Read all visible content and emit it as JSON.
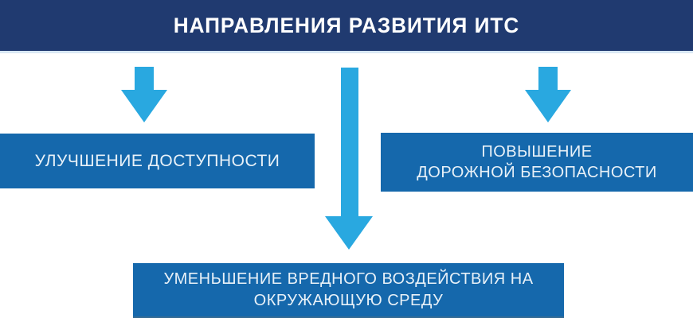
{
  "header": {
    "title": "НАПРАВЛЕНИЯ РАЗВИТИЯ ИТС"
  },
  "boxes": {
    "left": {
      "line1": "УЛУЧШЕНИЕ ДОСТУПНОСТИ"
    },
    "right": {
      "line1": "ПОВЫШЕНИЕ",
      "line2": "ДОРОЖНОЙ БЕЗОПАСНОСТИ"
    },
    "bottom": {
      "line1": "УМЕНЬШЕНИЕ ВРЕДНОГО ВОЗДЕЙСТВИЯ НА",
      "line2": "ОКРУЖАЮЩУЮ СРЕДУ"
    }
  },
  "icons": {
    "left_arrow": "down-arrow",
    "middle_arrow": "down-arrow",
    "right_arrow": "down-arrow"
  },
  "colors": {
    "page_bg": "#ffffff",
    "header_bg": "#203a70",
    "header_text": "#ffffff",
    "separator": "#d9e8f4",
    "box_bg": "#1568ac",
    "box_text": "#e8f1f8",
    "arrow": "#29a8e0"
  }
}
